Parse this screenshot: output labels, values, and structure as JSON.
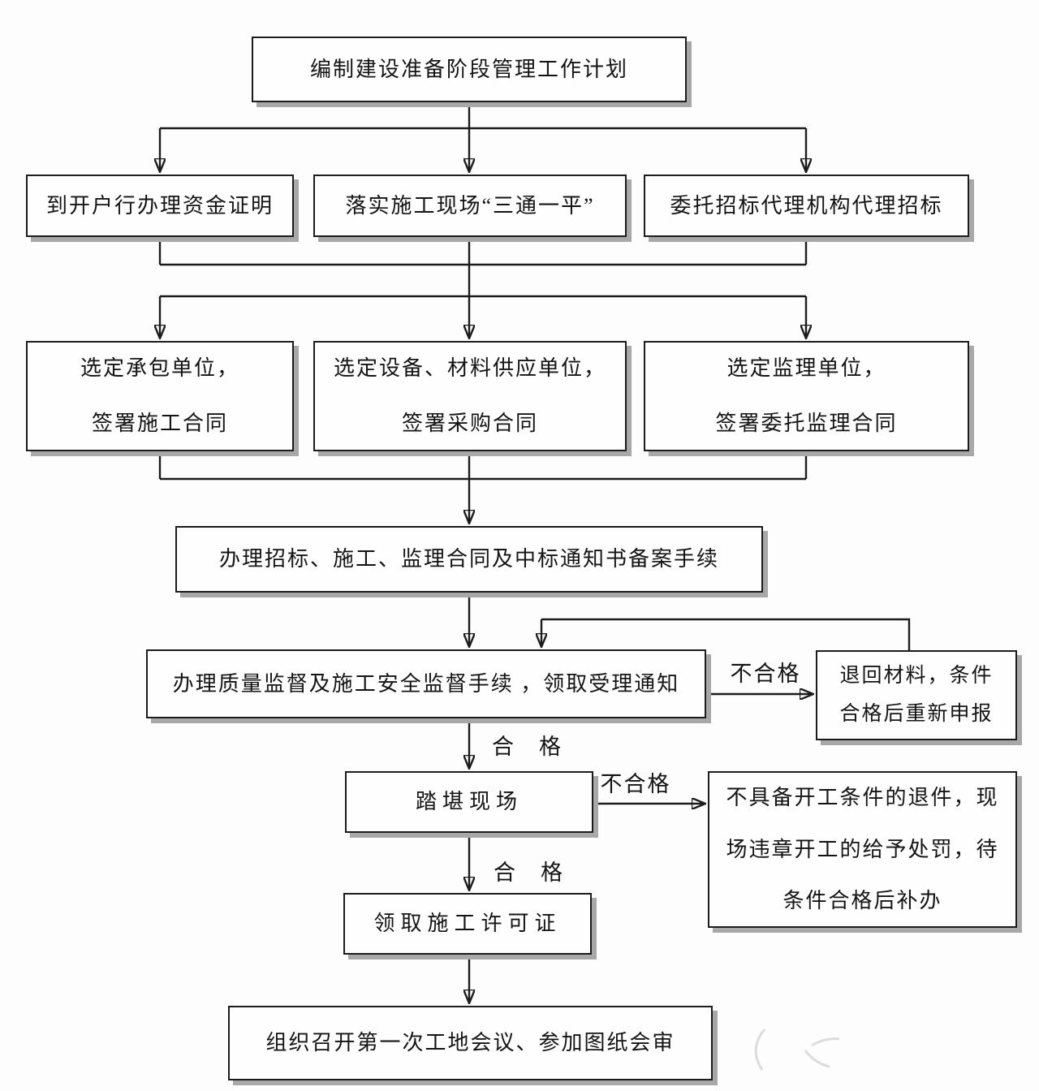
{
  "colors": {
    "background": "#fdfdfd",
    "box_fill": "#fefefe",
    "line": "#1c1c1c",
    "shadow": "#a8a8a8",
    "text": "#141414"
  },
  "nodes": {
    "plan": "编制建设准备阶段管理工作计划",
    "fund": "到开户行办理资金证明",
    "site": "落实施工现场“三通一平”",
    "agency": "委托招标代理机构代理招标",
    "contractor": "选定承包单位，\n签署施工合同",
    "supplier": "选定设备、材料供应单位，\n签署采购合同",
    "supervision": "选定监理单位，\n签署委托监理合同",
    "filing": "办理招标、施工、监理合同及中标通知书备案手续",
    "quality": "办理质量监督及施工安全监督手续 ，领取受理通知",
    "return_materials": "退回材料，条件\n合格后重新申报",
    "survey": "踏堪现场",
    "reject": "不具备开工条件的退件，现\n场违章开工的给予处罚，待\n条件合格后补办",
    "permit": "领取施工许可证",
    "meeting": "组织召开第一次工地会议、参加图纸会审"
  },
  "labels": {
    "fail_quality": "不合格",
    "pass_quality": "合　格",
    "fail_survey": "不合格",
    "pass_survey": "合　格"
  }
}
